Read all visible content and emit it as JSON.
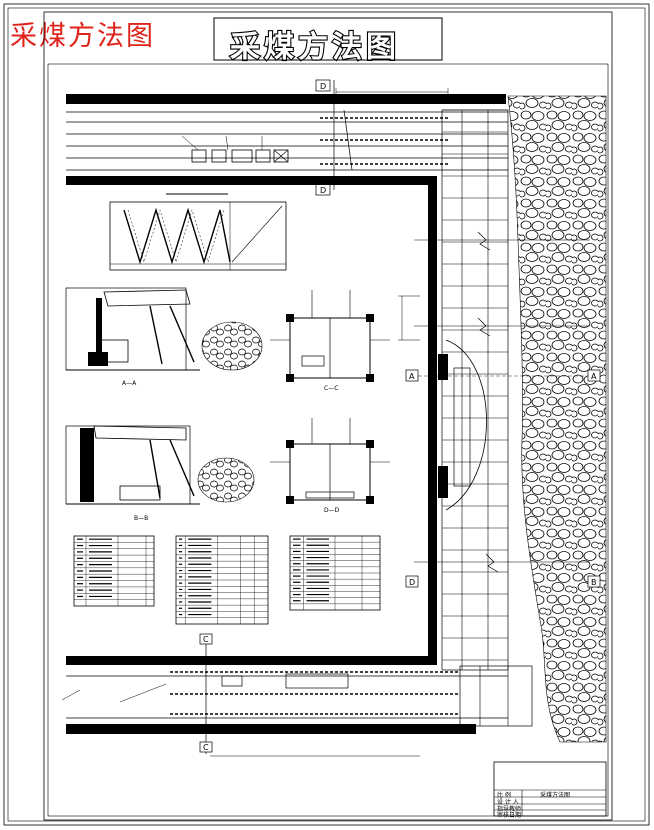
{
  "page": {
    "corner_title": "采煤方法图",
    "main_title": "采煤方法图"
  },
  "section_markers": {
    "top": "D",
    "top_lower": "D",
    "left_a": "A",
    "right_a": "A",
    "left_d": "D",
    "right_d": "B",
    "bottom_c_top": "C",
    "bottom_c_bottom": "C"
  },
  "section_labels": {
    "a_a": "A—A",
    "b_b": "B—B",
    "c_c": "C—C",
    "d_d": "D—D"
  },
  "title_block": {
    "rows": [
      {
        "left": "比  例",
        "right": ""
      },
      {
        "left": "设 计 人",
        "right": "采煤方法图"
      },
      {
        "left": "指导教师",
        "right": ""
      },
      {
        "left": "审核日期",
        "right": ""
      }
    ]
  },
  "colors": {
    "ink": "#000000",
    "title_red": "#e0241b"
  }
}
